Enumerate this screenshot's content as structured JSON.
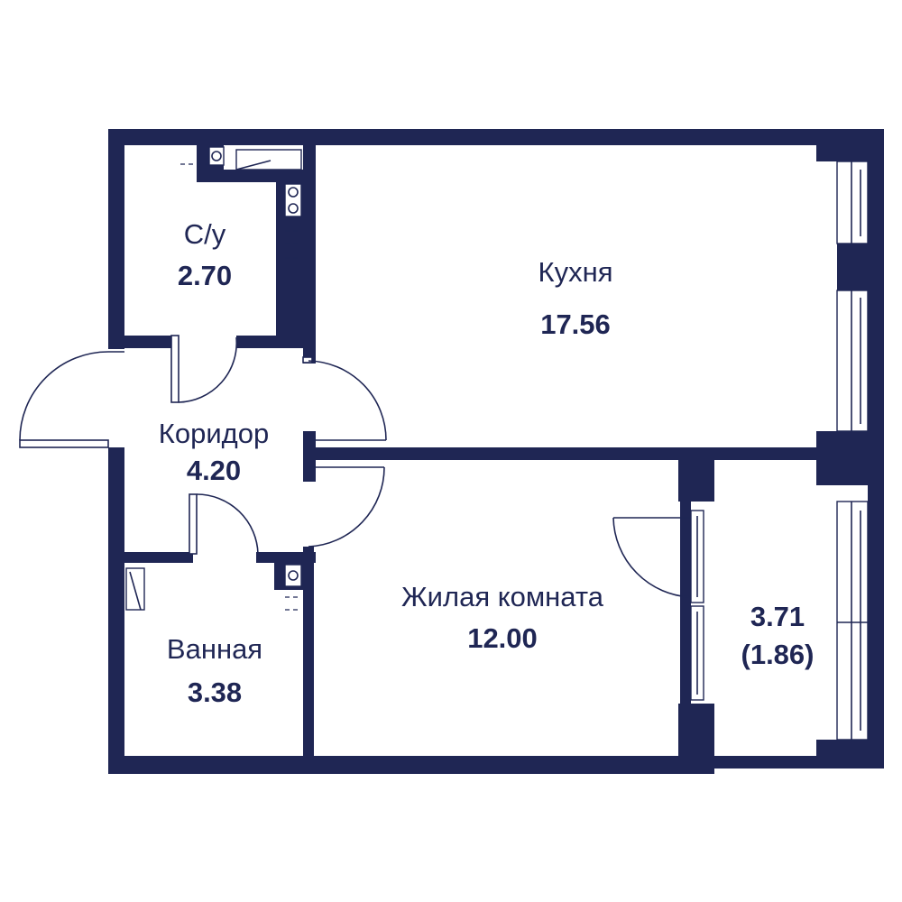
{
  "plan": {
    "colors": {
      "wall": "#1f2654",
      "background": "#ffffff",
      "text": "#1f2654"
    },
    "rooms": [
      {
        "id": "wc",
        "name": "С/у",
        "area": "2.70"
      },
      {
        "id": "kitchen",
        "name": "Кухня",
        "area": "17.56"
      },
      {
        "id": "corridor",
        "name": "Коридор",
        "area": "4.20"
      },
      {
        "id": "living",
        "name": "Жилая комната",
        "area": "12.00"
      },
      {
        "id": "bathroom",
        "name": "Ванная",
        "area": "3.38"
      },
      {
        "id": "balcony",
        "area": "3.71",
        "area_reduced": "(1.86)"
      }
    ]
  }
}
